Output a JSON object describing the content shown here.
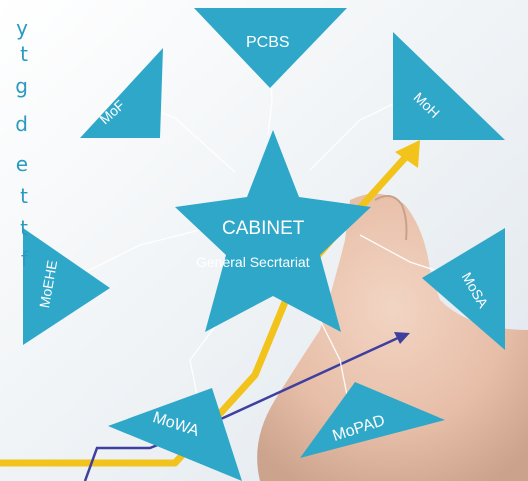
{
  "side_text_fragment": [
    "y",
    "t",
    "g",
    "d",
    "e",
    "t",
    "t",
    "f"
  ],
  "center": {
    "title": "CABINET",
    "subtitle": "General Secrtariat"
  },
  "nodes": [
    {
      "id": "pcbs",
      "label": "PCBS"
    },
    {
      "id": "mof",
      "label": "MoF"
    },
    {
      "id": "moh",
      "label": "MoH"
    },
    {
      "id": "moehe",
      "label": "MoEHE"
    },
    {
      "id": "mosa",
      "label": "MoSA"
    },
    {
      "id": "mowa",
      "label": "MoWA"
    },
    {
      "id": "mopad",
      "label": "MoPAD"
    }
  ],
  "colors": {
    "node_fill": "#2ea7c9",
    "accent_line": "#f2c31a",
    "arrow": "#3f3f9e",
    "side_text": "#2a9ac0"
  },
  "icons": {
    "arrow": "arrow-icon"
  }
}
